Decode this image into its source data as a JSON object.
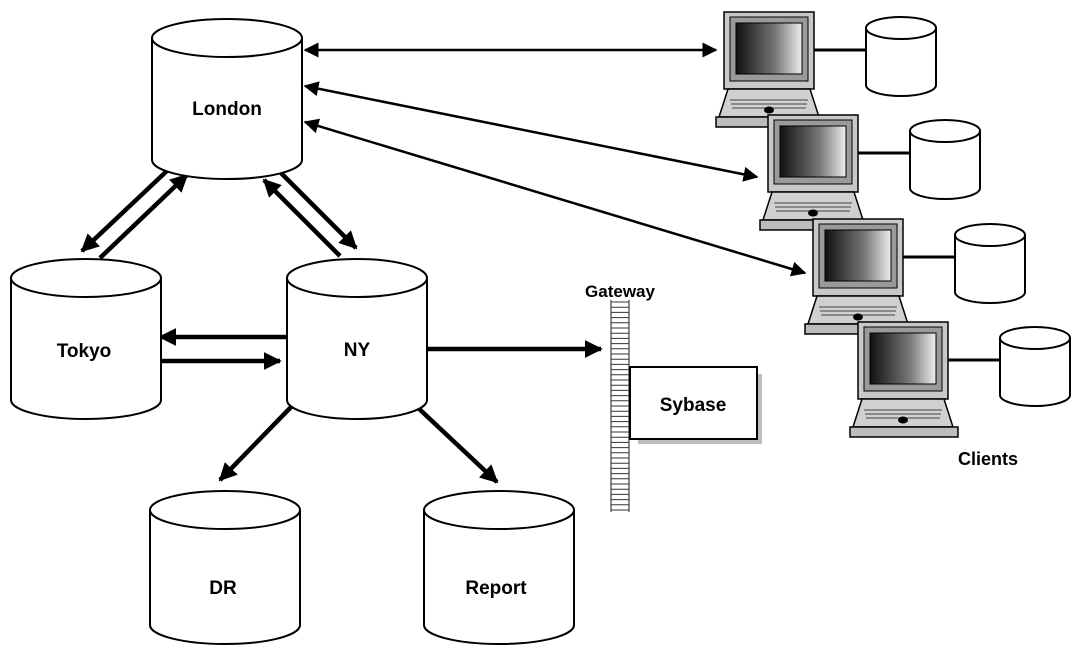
{
  "nodes": {
    "london": "London",
    "tokyo": "Tokyo",
    "ny": "NY",
    "dr": "DR",
    "report": "Report",
    "sybase": "Sybase"
  },
  "labels": {
    "gateway": "Gateway",
    "clients": "Clients"
  },
  "icons": [
    "database-cylinder-icon",
    "client-computer-icon",
    "gateway-icon"
  ],
  "colors": {
    "stroke": "#000000",
    "background": "#ffffff"
  }
}
